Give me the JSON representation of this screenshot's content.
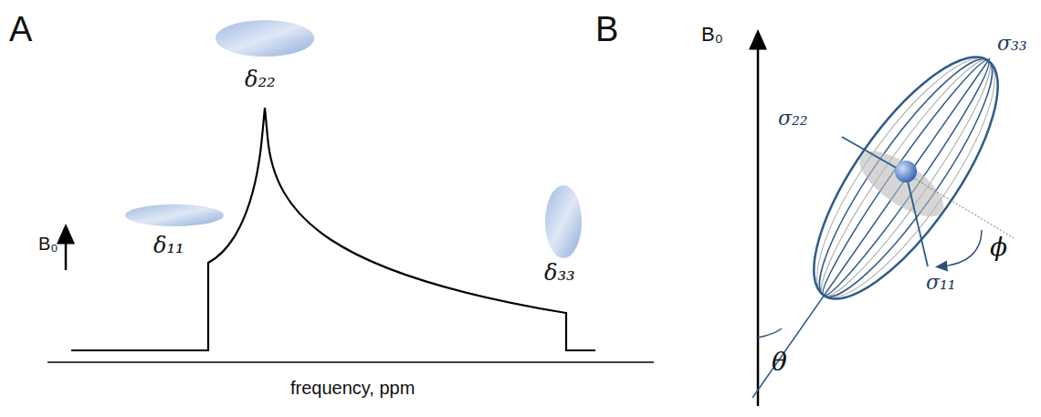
{
  "diagram": {
    "labels": [
      "A",
      "B",
      "B₀",
      "δ₂₂",
      "δ₁₁",
      "δ₃₃",
      "frequency, ppm",
      "B₀",
      "σ₃₃",
      "σ₂₂",
      "σ₁₁",
      "ϕ",
      "θ"
    ]
  }
}
